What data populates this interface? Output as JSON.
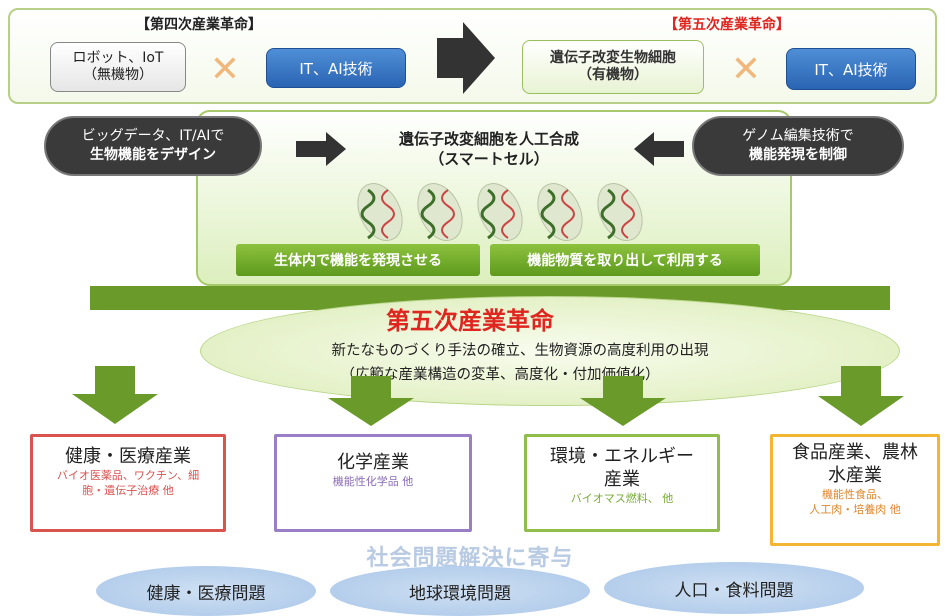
{
  "top": {
    "left_title": "【第四次産業革命】",
    "right_title": "【第五次産業革命】",
    "left_box_line1": "ロボット、IoT",
    "left_box_line2": "（無機物）",
    "left_tech": "IT、AI技術",
    "right_box_line1": "遺伝子改変生物細胞",
    "right_box_line2": "（有機物）",
    "right_tech": "IT、AI技術"
  },
  "middle": {
    "left_pill_line1": "ビッグデータ、IT/AIで",
    "left_pill_line2": "生物機能をデザイン",
    "right_pill_line1": "ゲノム編集技術で",
    "right_pill_line2": "機能発現を制御",
    "center_title_line1": "遺伝子改変細胞を人工合成",
    "center_title_line2": "（スマートセル）",
    "btn_left": "生体内で機能を発現させる",
    "btn_right": "機能物質を取り出して利用する"
  },
  "ellipse": {
    "title": "第五次産業革命",
    "line1": "新たなものづくり手法の確立、生物資源の高度利用の出現",
    "line2": "（広範な産業構造の変革、高度化・付加価値化）"
  },
  "industries": [
    {
      "title": "健康・医療産業",
      "sub1": "バイオ医薬品、ワクチン、細",
      "sub2": "胞・遺伝子治療 他",
      "border": "#d9534f",
      "sub_color": "#d9534f"
    },
    {
      "title": "化学産業",
      "sub1": "機能性化学品 他",
      "sub2": "",
      "border": "#9b7fc6",
      "sub_color": "#8a6bb8"
    },
    {
      "title": "環境・エネルギー",
      "title2": "産業",
      "sub1": "バイオマス燃料、 他",
      "border": "#8fbf4a",
      "sub_color": "#7aac37"
    },
    {
      "title": "食品産業、農林",
      "title2": "水産業",
      "sub1": "機能性食品、",
      "sub2": "人工肉・培養肉 他",
      "border": "#f2b632",
      "sub_color": "#e0872a"
    }
  ],
  "contribution": {
    "title": "社会問題解決に寄与",
    "clouds": [
      "健康・医療問題",
      "地球環境問題",
      "人口・食料問題"
    ]
  },
  "colors": {
    "green_arrow": "#6a9a2a",
    "dark_arrow": "#333333",
    "red_title": "#e0251f"
  }
}
